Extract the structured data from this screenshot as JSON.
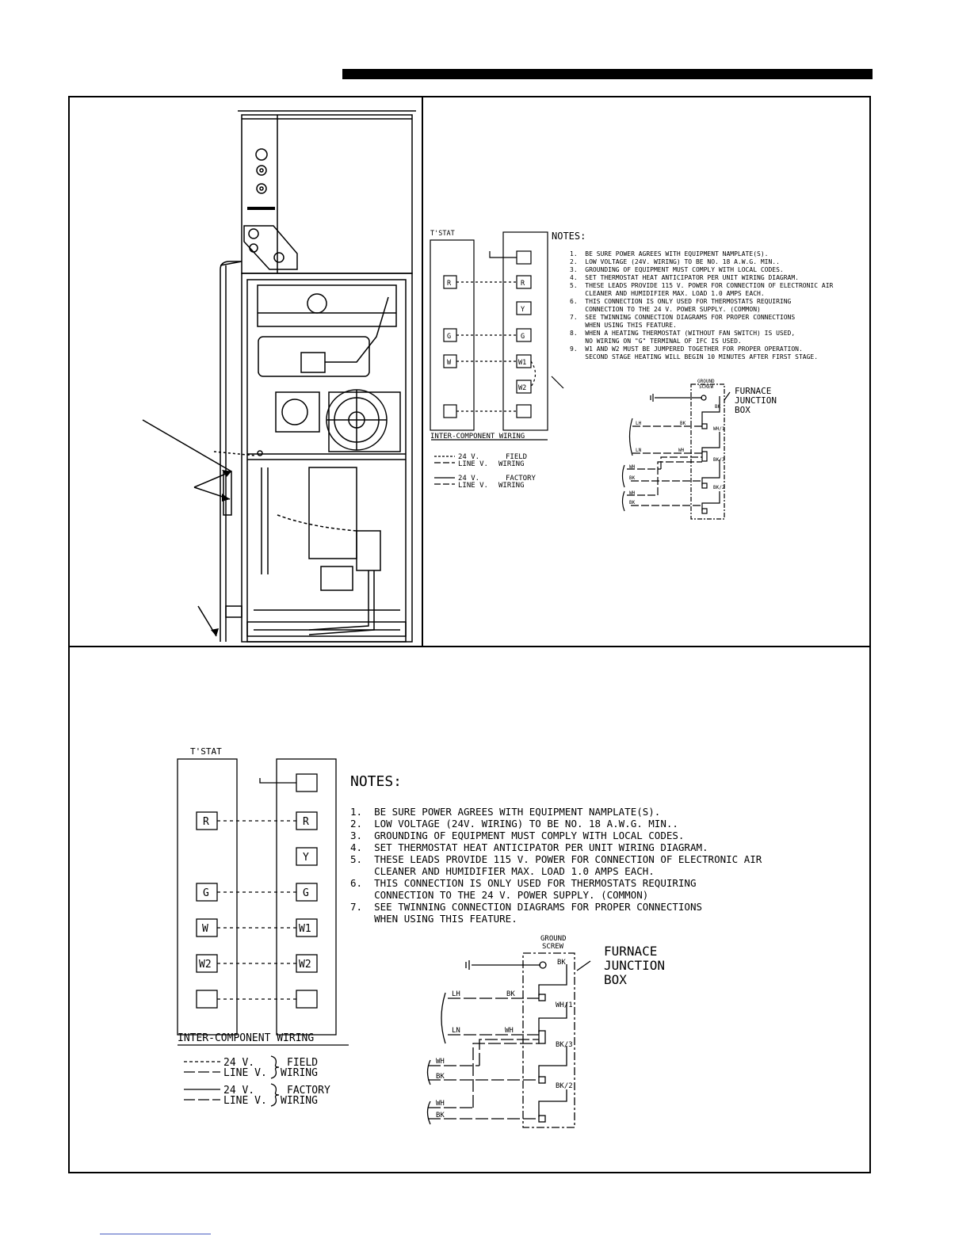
{
  "top": {
    "tstat": "T'STAT",
    "terminals_left": [
      "R",
      "G",
      "W"
    ],
    "terminals_right": [
      "R",
      "Y",
      "G",
      "W1",
      "W2"
    ],
    "notes_title": "NOTES:",
    "notes": [
      "1.  BE SURE POWER AGREES WITH EQUIPMENT NAMPLATE(S).",
      "2.  LOW VOLTAGE (24V. WIRING) TO BE NO. 18 A.W.G. MIN..",
      "3.  GROUNDING OF EQUIPMENT MUST COMPLY WITH LOCAL CODES.",
      "4.  SET THERMOSTAT HEAT ANTICIPATOR PER UNIT WIRING DIAGRAM.",
      "5.  THESE LEADS PROVIDE 115 V. POWER FOR CONNECTION OF ELECTRONIC AIR",
      "    CLEANER AND HUMIDIFIER MAX. LOAD 1.0 AMPS EACH.",
      "6.  THIS CONNECTION IS ONLY USED FOR THERMOSTATS REQUIRING",
      "    CONNECTION TO THE 24 V. POWER SUPPLY. (COMMON)",
      "7.  SEE TWINNING CONNECTION DIAGRAMS FOR PROPER CONNECTIONS",
      "    WHEN USING THIS FEATURE.",
      "8.  WHEN A HEATING THERMOSTAT (WITHOUT FAN SWITCH) IS USED,",
      "    NO WIRING ON \"G\" TERMINAL OF IFC IS USED.",
      "9.  W1 AND W2 MUST BE JUMPERED TOGETHER FOR PROPER OPERATION.",
      "    SECOND STAGE HEATING WILL BEGIN 10 MINUTES AFTER FIRST STAGE."
    ],
    "wiring_title": "INTER-COMPONENT WIRING",
    "legend": {
      "v24": "24 V.",
      "line": "LINE V.",
      "field": "FIELD",
      "factory": "FACTORY",
      "wiring": "WIRING"
    },
    "junction": {
      "ground": "GROUND",
      "screw": "SCREW",
      "furnace": "FURNACE",
      "jct": "JUNCTION",
      "box": "BOX",
      "lh": "LH",
      "ln": "LN",
      "bk": "BK",
      "wh": "WH",
      "wh1": "WH/1",
      "bk3": "BK/3",
      "bk2": "BK/2"
    }
  },
  "bottom": {
    "tstat": "T'STAT",
    "terminals_left": [
      "R",
      "G",
      "W",
      "W2"
    ],
    "terminals_right": [
      "R",
      "Y",
      "G",
      "W1",
      "W2"
    ],
    "notes_title": "NOTES:",
    "notes": [
      "1.  BE SURE POWER AGREES WITH EQUIPMENT NAMPLATE(S).",
      "2.  LOW VOLTAGE (24V. WIRING) TO BE NO. 18 A.W.G. MIN..",
      "3.  GROUNDING OF EQUIPMENT MUST COMPLY WITH LOCAL CODES.",
      "4.  SET THERMOSTAT HEAT ANTICIPATOR PER UNIT WIRING DIAGRAM.",
      "5.  THESE LEADS PROVIDE 115 V. POWER FOR CONNECTION OF ELECTRONIC AIR",
      "    CLEANER AND HUMIDIFIER MAX. LOAD 1.0 AMPS EACH.",
      "6.  THIS CONNECTION IS ONLY USED FOR THERMOSTATS REQUIRING",
      "    CONNECTION TO THE 24 V. POWER SUPPLY. (COMMON)",
      "7.  SEE TWINNING CONNECTION DIAGRAMS FOR PROPER CONNECTIONS",
      "    WHEN USING THIS FEATURE."
    ],
    "wiring_title": "INTER-COMPONENT WIRING",
    "legend": {
      "v24": "24 V.",
      "line": "LINE V.",
      "field": "FIELD",
      "factory": "FACTORY",
      "wiring": "WIRING"
    },
    "junction": {
      "ground": "GROUND",
      "screw": "SCREW",
      "furnace": "FURNACE",
      "jct": "JUNCTION",
      "box": "BOX",
      "lh": "LH",
      "ln": "LN",
      "bk": "BK",
      "wh": "WH",
      "wh1": "WH/1",
      "bk3": "BK/3",
      "bk2": "BK/2"
    }
  }
}
